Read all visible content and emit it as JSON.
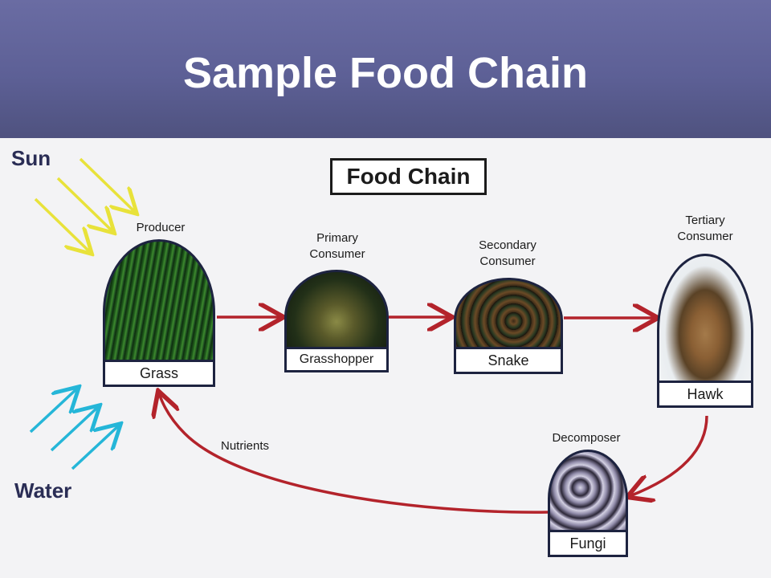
{
  "slide": {
    "title": "Sample Food Chain"
  },
  "diagram": {
    "title": "Food Chain",
    "sun_label": "Sun",
    "water_label": "Water",
    "nutrients_label": "Nutrients",
    "nodes": [
      {
        "role": "Producer",
        "name": "Grass"
      },
      {
        "role_line1": "Primary",
        "role_line2": "Consumer",
        "name": "Grasshopper"
      },
      {
        "role_line1": "Secondary",
        "role_line2": "Consumer",
        "name": "Snake"
      },
      {
        "role_line1": "Tertiary",
        "role_line2": "Consumer",
        "name": "Hawk"
      },
      {
        "role": "Decomposer",
        "name": "Fungi"
      }
    ]
  },
  "colors": {
    "header": "#5d6096",
    "arrow": "#b3232b",
    "sun_ray": "#e8e23a",
    "water_ray": "#25b6d8",
    "outline": "#1d2340"
  }
}
